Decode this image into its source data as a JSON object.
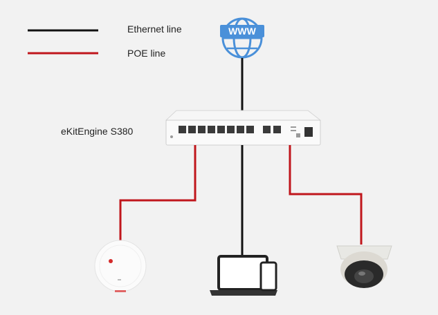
{
  "legend": {
    "ethernet": {
      "label": "Ethernet line",
      "color": "#111111"
    },
    "poe": {
      "label": "POE line",
      "color": "#c0161c"
    }
  },
  "switch": {
    "model": "eKitEngine S380"
  },
  "internet_icon": {
    "text": "WWW",
    "color": "#4a90d9"
  },
  "devices": [
    {
      "icon": "wireless-access-point-icon",
      "connection": "poe"
    },
    {
      "icon": "laptop-phone-icon",
      "connection": "ethernet"
    },
    {
      "icon": "dome-camera-icon",
      "connection": "poe"
    }
  ]
}
